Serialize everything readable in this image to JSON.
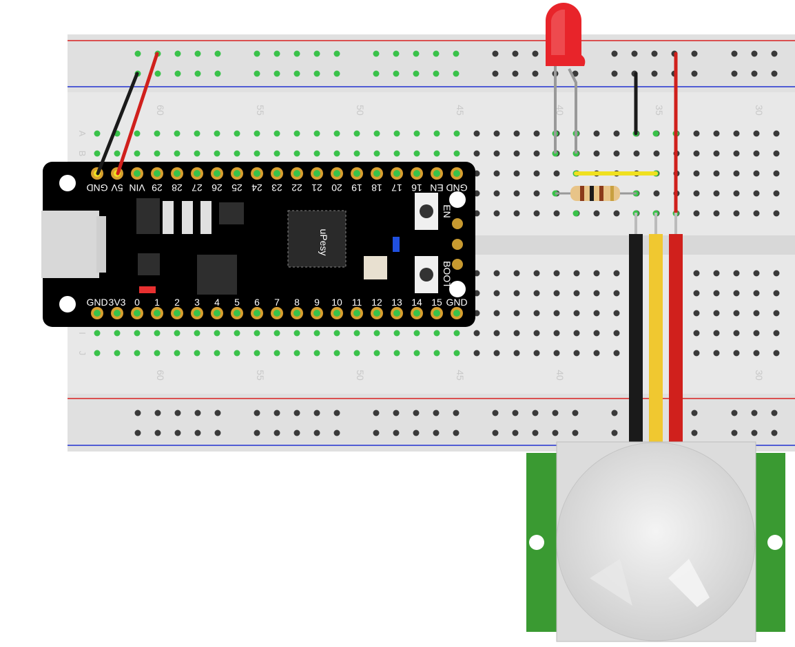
{
  "breadboard": {
    "column_numbers": [
      "60",
      "55",
      "50",
      "45",
      "40",
      "35",
      "30"
    ],
    "row_letters_top": [
      "A",
      "B"
    ],
    "row_letters_bottom": [
      "I",
      "J"
    ]
  },
  "board": {
    "name": "uPesy",
    "top_pins": [
      "GND",
      "5V",
      "VIN",
      "29",
      "28",
      "27",
      "26",
      "25",
      "24",
      "23",
      "22",
      "21",
      "20",
      "19",
      "18",
      "17",
      "16",
      "EN",
      "GND"
    ],
    "bottom_pins": [
      "GND",
      "3V3",
      "0",
      "1",
      "2",
      "3",
      "4",
      "5",
      "6",
      "7",
      "8",
      "9",
      "10",
      "11",
      "12",
      "13",
      "14",
      "15",
      "GND"
    ],
    "buttons": [
      "EN",
      "BOOT"
    ]
  },
  "components": {
    "led_color": "#e8242a",
    "wire_colors": {
      "black": "#1a1a1a",
      "red": "#d0201c",
      "yellow": "#f0e020",
      "pir_signal": "#f0c830"
    },
    "pcb_color": "#3a9a32",
    "board_color": "#000000",
    "hole_highlight": "#3ac24a"
  }
}
